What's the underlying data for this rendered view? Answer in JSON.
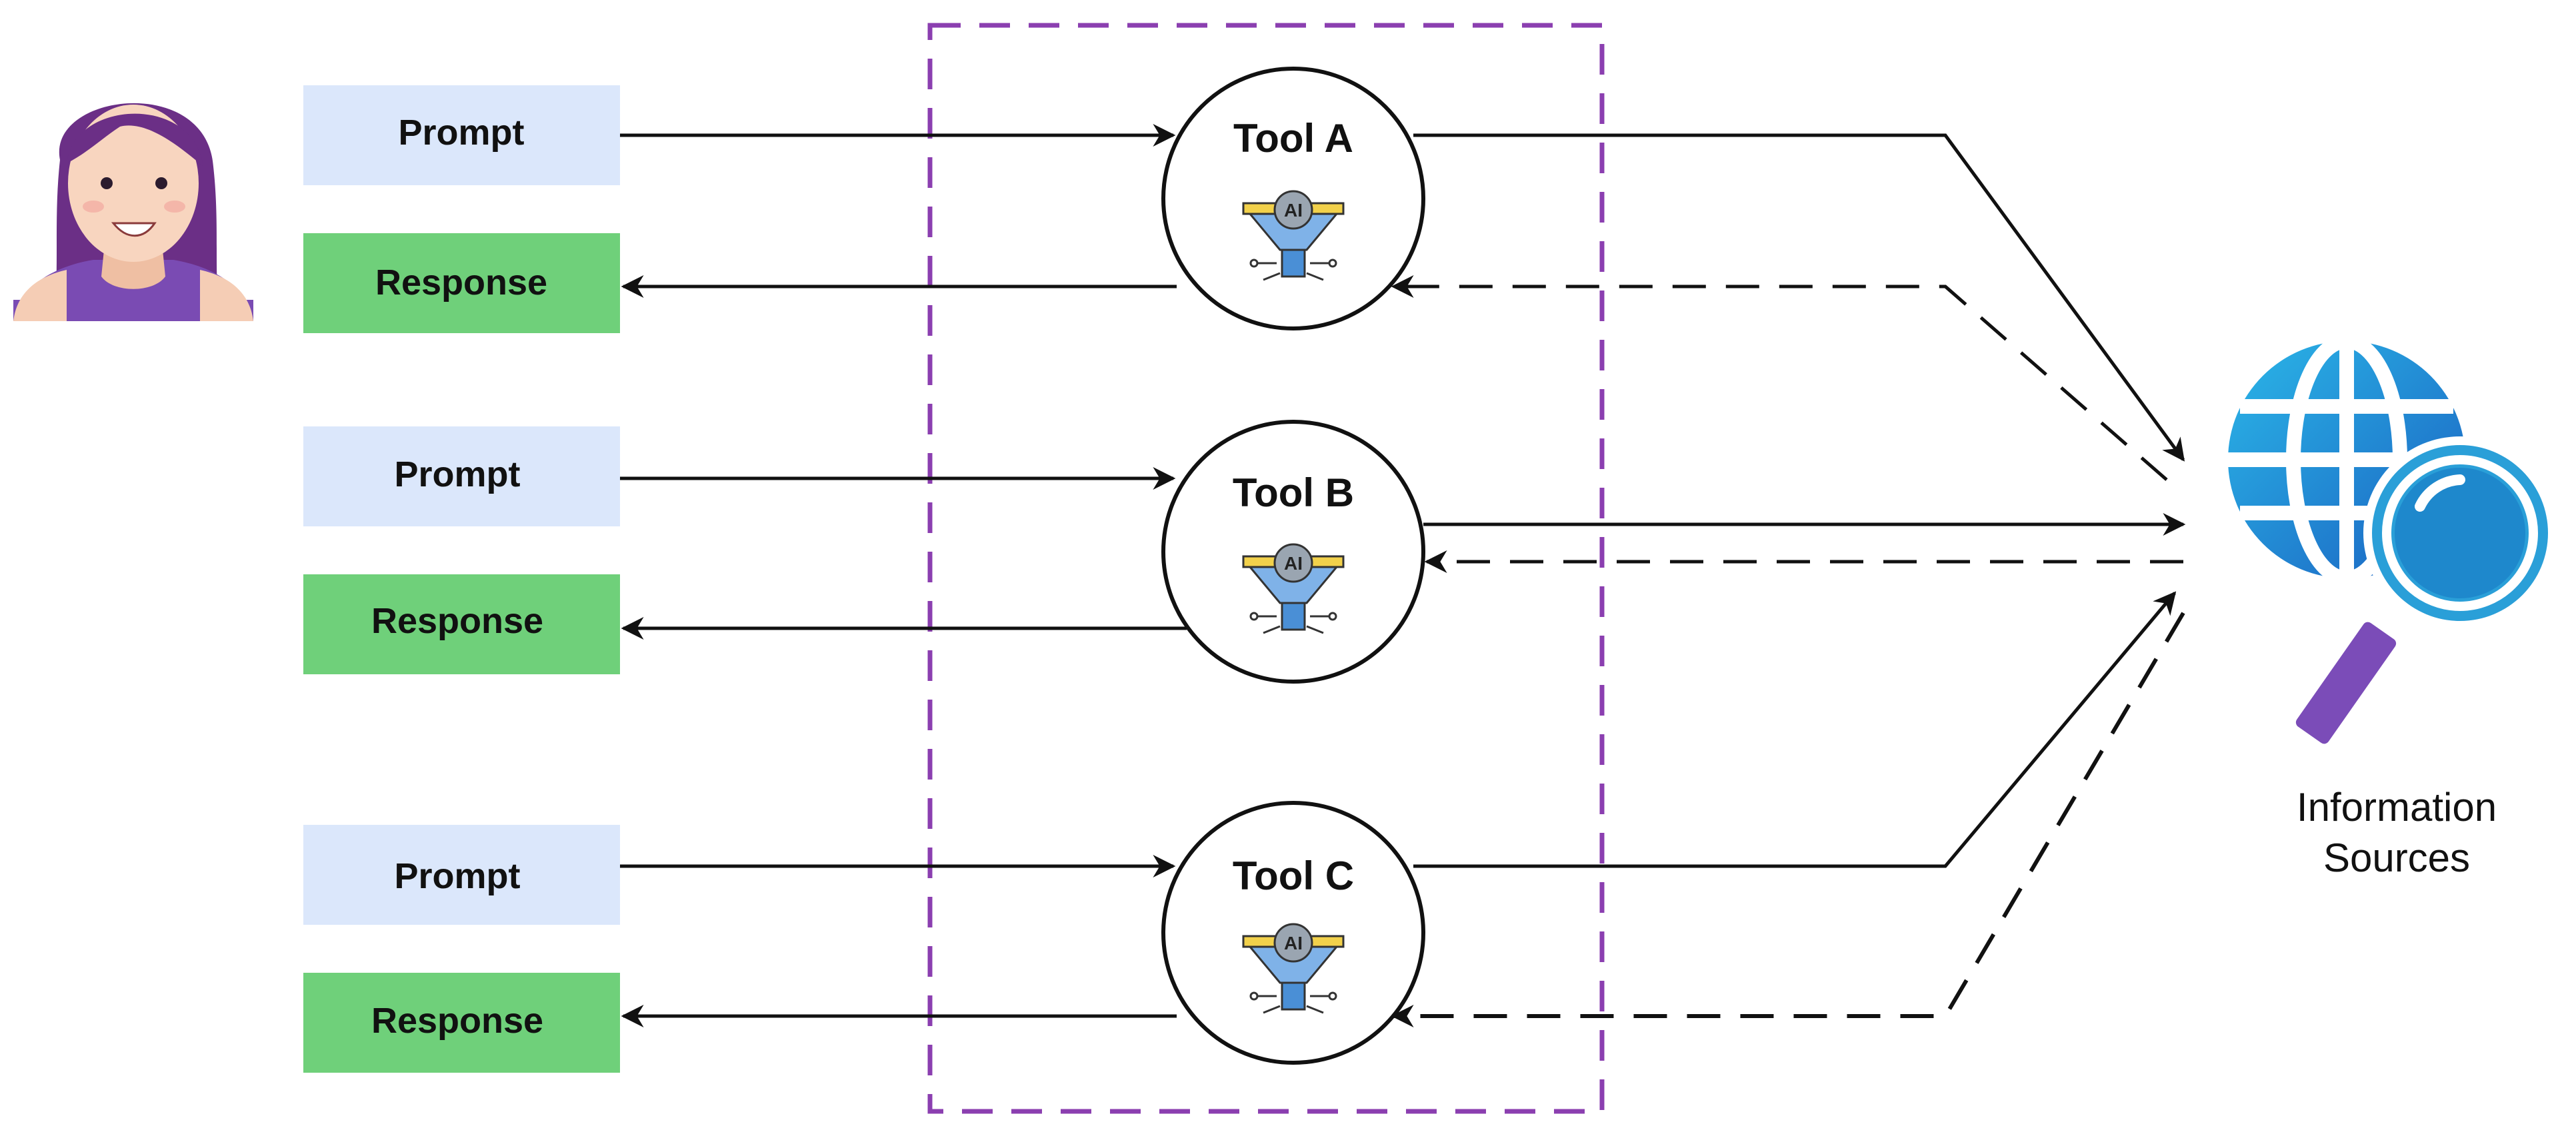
{
  "rows": [
    {
      "prompt_label": "Prompt",
      "response_label": "Response",
      "tool_label": "Tool A"
    },
    {
      "prompt_label": "Prompt",
      "response_label": "Response",
      "tool_label": "Tool B"
    },
    {
      "prompt_label": "Prompt",
      "response_label": "Response",
      "tool_label": "Tool C"
    }
  ],
  "tool_icon_text": "AI",
  "info_sources": {
    "line1": "Information",
    "line2": "Sources"
  },
  "colors": {
    "prompt_fill": "#dbe7fb",
    "response_fill": "#6fd07a",
    "group_border": "#8b3fb0",
    "line": "#111111",
    "globe": "#1f8fd6",
    "magnifier_handle": "#7b4cb8",
    "user_hair": "#6b2f86",
    "user_shirt": "#7a4bb3"
  },
  "icons": {
    "user": "user-avatar-icon",
    "tool": "ai-funnel-icon",
    "info": "globe-search-icon"
  }
}
